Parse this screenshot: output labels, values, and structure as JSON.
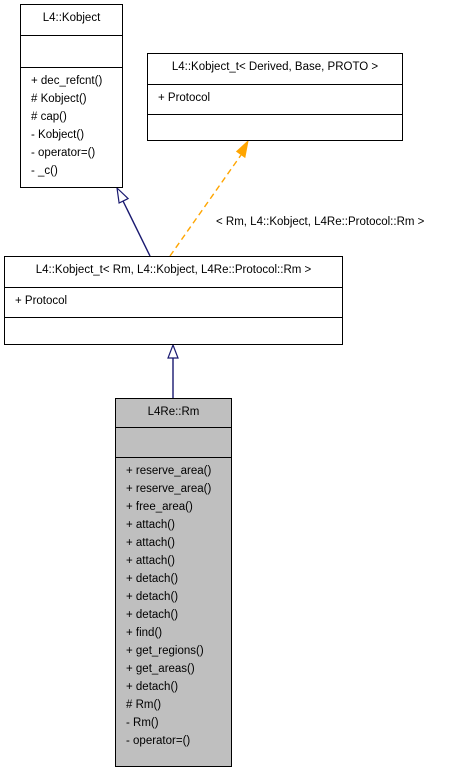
{
  "classes": {
    "kobject": {
      "name": "L4::Kobject",
      "attributes": [],
      "methods": [
        "+ dec_refcnt()",
        "# Kobject()",
        "# cap()",
        "- Kobject()",
        "- operator=()",
        "- _c()"
      ]
    },
    "kobject_t_template": {
      "name": "L4::Kobject_t< Derived, Base, PROTO >",
      "attributes": [
        "+ Protocol"
      ],
      "methods": []
    },
    "kobject_t_rm": {
      "name": "L4::Kobject_t< Rm, L4::Kobject, L4Re::Protocol::Rm >",
      "attributes": [
        "+ Protocol"
      ],
      "methods": []
    },
    "rm": {
      "name": "L4Re::Rm",
      "attributes": [],
      "methods": [
        "+ reserve_area()",
        "+ reserve_area()",
        "+ free_area()",
        "+ attach()",
        "+ attach()",
        "+ attach()",
        "+ detach()",
        "+ detach()",
        "+ detach()",
        "+ find()",
        "+ get_regions()",
        "+ get_areas()",
        "+ detach()",
        "# Rm()",
        "- Rm()",
        "- operator=()"
      ]
    }
  },
  "edges": {
    "template_binding_label": "< Rm, L4::Kobject, L4Re::Protocol::Rm >"
  },
  "colors": {
    "inheritance": "#191970",
    "template": "#FFA500",
    "highlight_fill": "#BFBFBF",
    "border": "#000000"
  }
}
